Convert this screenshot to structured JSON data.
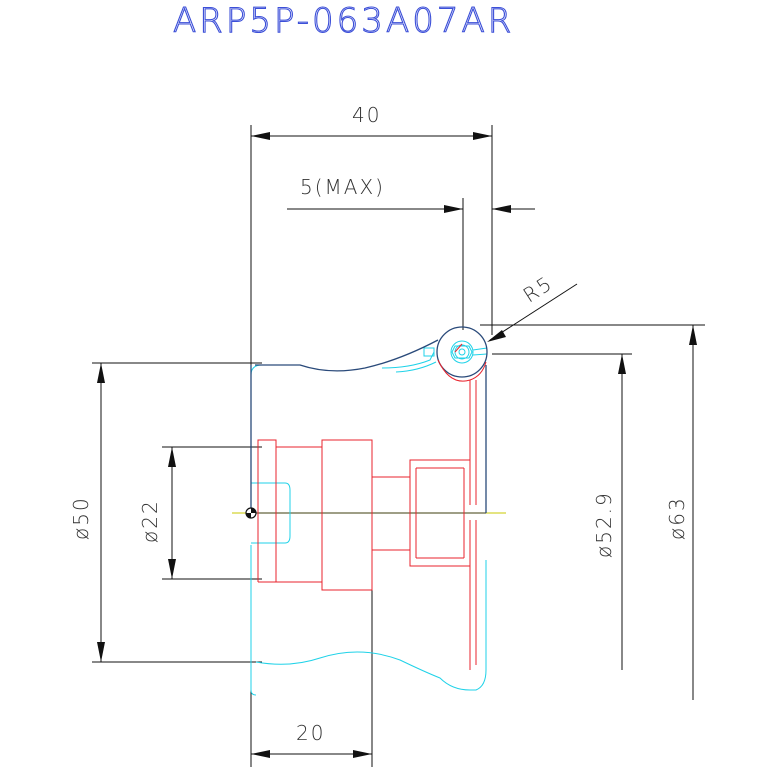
{
  "title": {
    "text": "ARP5P-063A07AR",
    "color": "#3c4fd8"
  },
  "dimensions": {
    "width_total": "40",
    "max_depth": "5(MAX)",
    "radius": "R5",
    "dia_outer": "ø63",
    "dia_mid": "ø52.9",
    "dia_body": "ø50",
    "dia_bore": "ø22",
    "width_bottom": "20"
  },
  "colors": {
    "dimension_line": "#111111",
    "hidden_line": "#e8232c",
    "body_outline": "#1fd2e8",
    "insert_outline": "#2a4a7a",
    "background": "#ffffff"
  }
}
